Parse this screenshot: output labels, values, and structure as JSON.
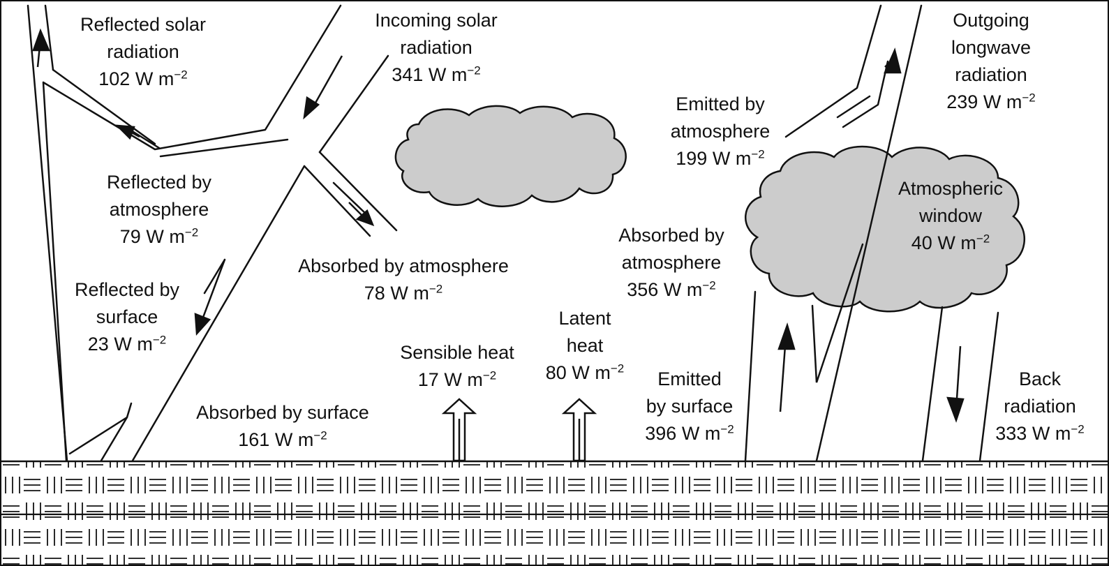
{
  "colors": {
    "ink": "#111111",
    "cloud_fill": "#cccccc",
    "background": "#ffffff"
  },
  "unit": {
    "base": "W m",
    "exponent": "−2"
  },
  "labels": {
    "reflected_solar": {
      "lines": [
        "Reflected solar",
        "radiation"
      ],
      "value": "102"
    },
    "incoming_solar": {
      "lines": [
        "Incoming solar",
        "radiation"
      ],
      "value": "341"
    },
    "outgoing_longwave": {
      "lines": [
        "Outgoing",
        "longwave",
        "radiation"
      ],
      "value": "239"
    },
    "emitted_by_atmosphere": {
      "lines": [
        "Emitted by",
        "atmosphere"
      ],
      "value": "199"
    },
    "reflected_by_atmosphere": {
      "lines": [
        "Reflected by",
        "atmosphere"
      ],
      "value": "79"
    },
    "atmospheric_window": {
      "lines": [
        "Atmospheric",
        "window"
      ],
      "value": "40"
    },
    "absorbed_by_atmosphere_solar": {
      "lines": [
        "Absorbed by atmosphere"
      ],
      "value": "78"
    },
    "absorbed_by_atmosphere_lw": {
      "lines": [
        "Absorbed by",
        "atmosphere"
      ],
      "value": "356"
    },
    "reflected_by_surface": {
      "lines": [
        "Reflected by",
        "surface"
      ],
      "value": "23"
    },
    "sensible_heat": {
      "lines": [
        "Sensible heat"
      ],
      "value": "17"
    },
    "latent_heat": {
      "lines": [
        "Latent",
        "heat"
      ],
      "value": "80"
    },
    "emitted_by_surface": {
      "lines": [
        "Emitted",
        "by surface"
      ],
      "value": "396"
    },
    "back_radiation": {
      "lines": [
        "Back",
        "radiation"
      ],
      "value": "333"
    },
    "absorbed_by_surface": {
      "lines": [
        "Absorbed by surface"
      ],
      "value": "161"
    }
  }
}
